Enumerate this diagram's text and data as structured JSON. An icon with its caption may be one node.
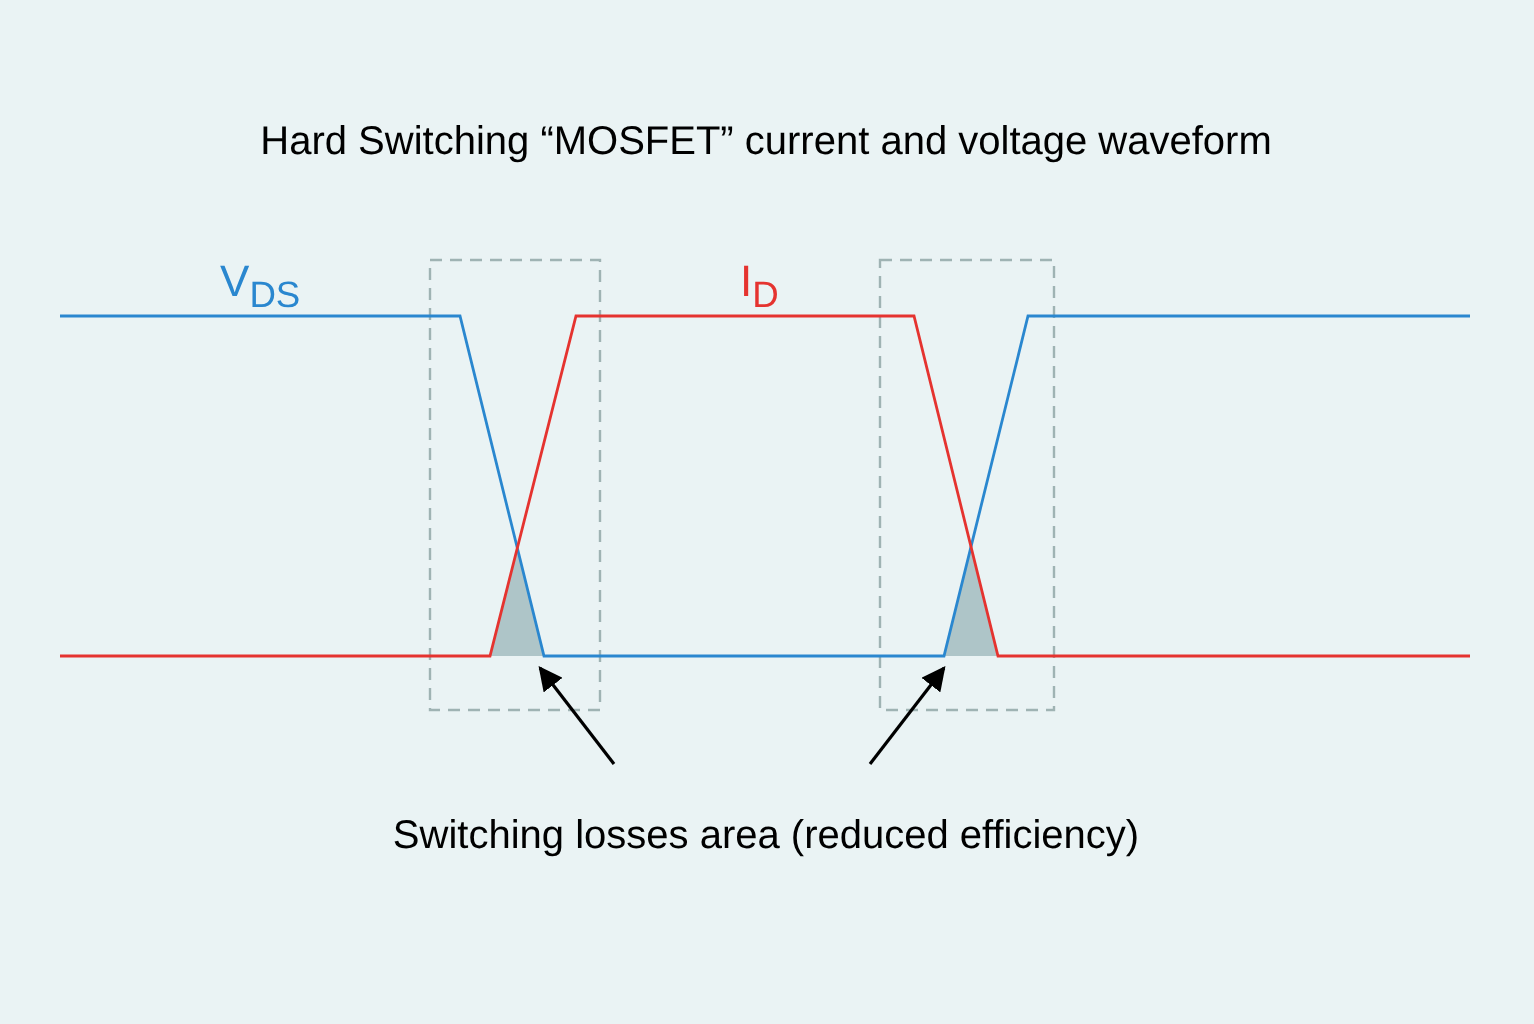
{
  "diagram": {
    "title": "Hard Switching “MOSFET” current and voltage waveform",
    "nodes": [
      {
        "text": [
          "Switching losses area (reduced efficiency)"
        ]
      },
      {
        "text": [],
        "shape": "triangle"
      },
      {
        "text": [],
        "shape": "triangle"
      }
    ],
    "edges": [
      {
        "from": 0,
        "to": 1,
        "arrow": "to"
      },
      {
        "from": 0,
        "to": 2,
        "arrow": "to"
      }
    ],
    "labels": [
      "V$_{DS}$",
      "I$_{D}$"
    ]
  }
}
